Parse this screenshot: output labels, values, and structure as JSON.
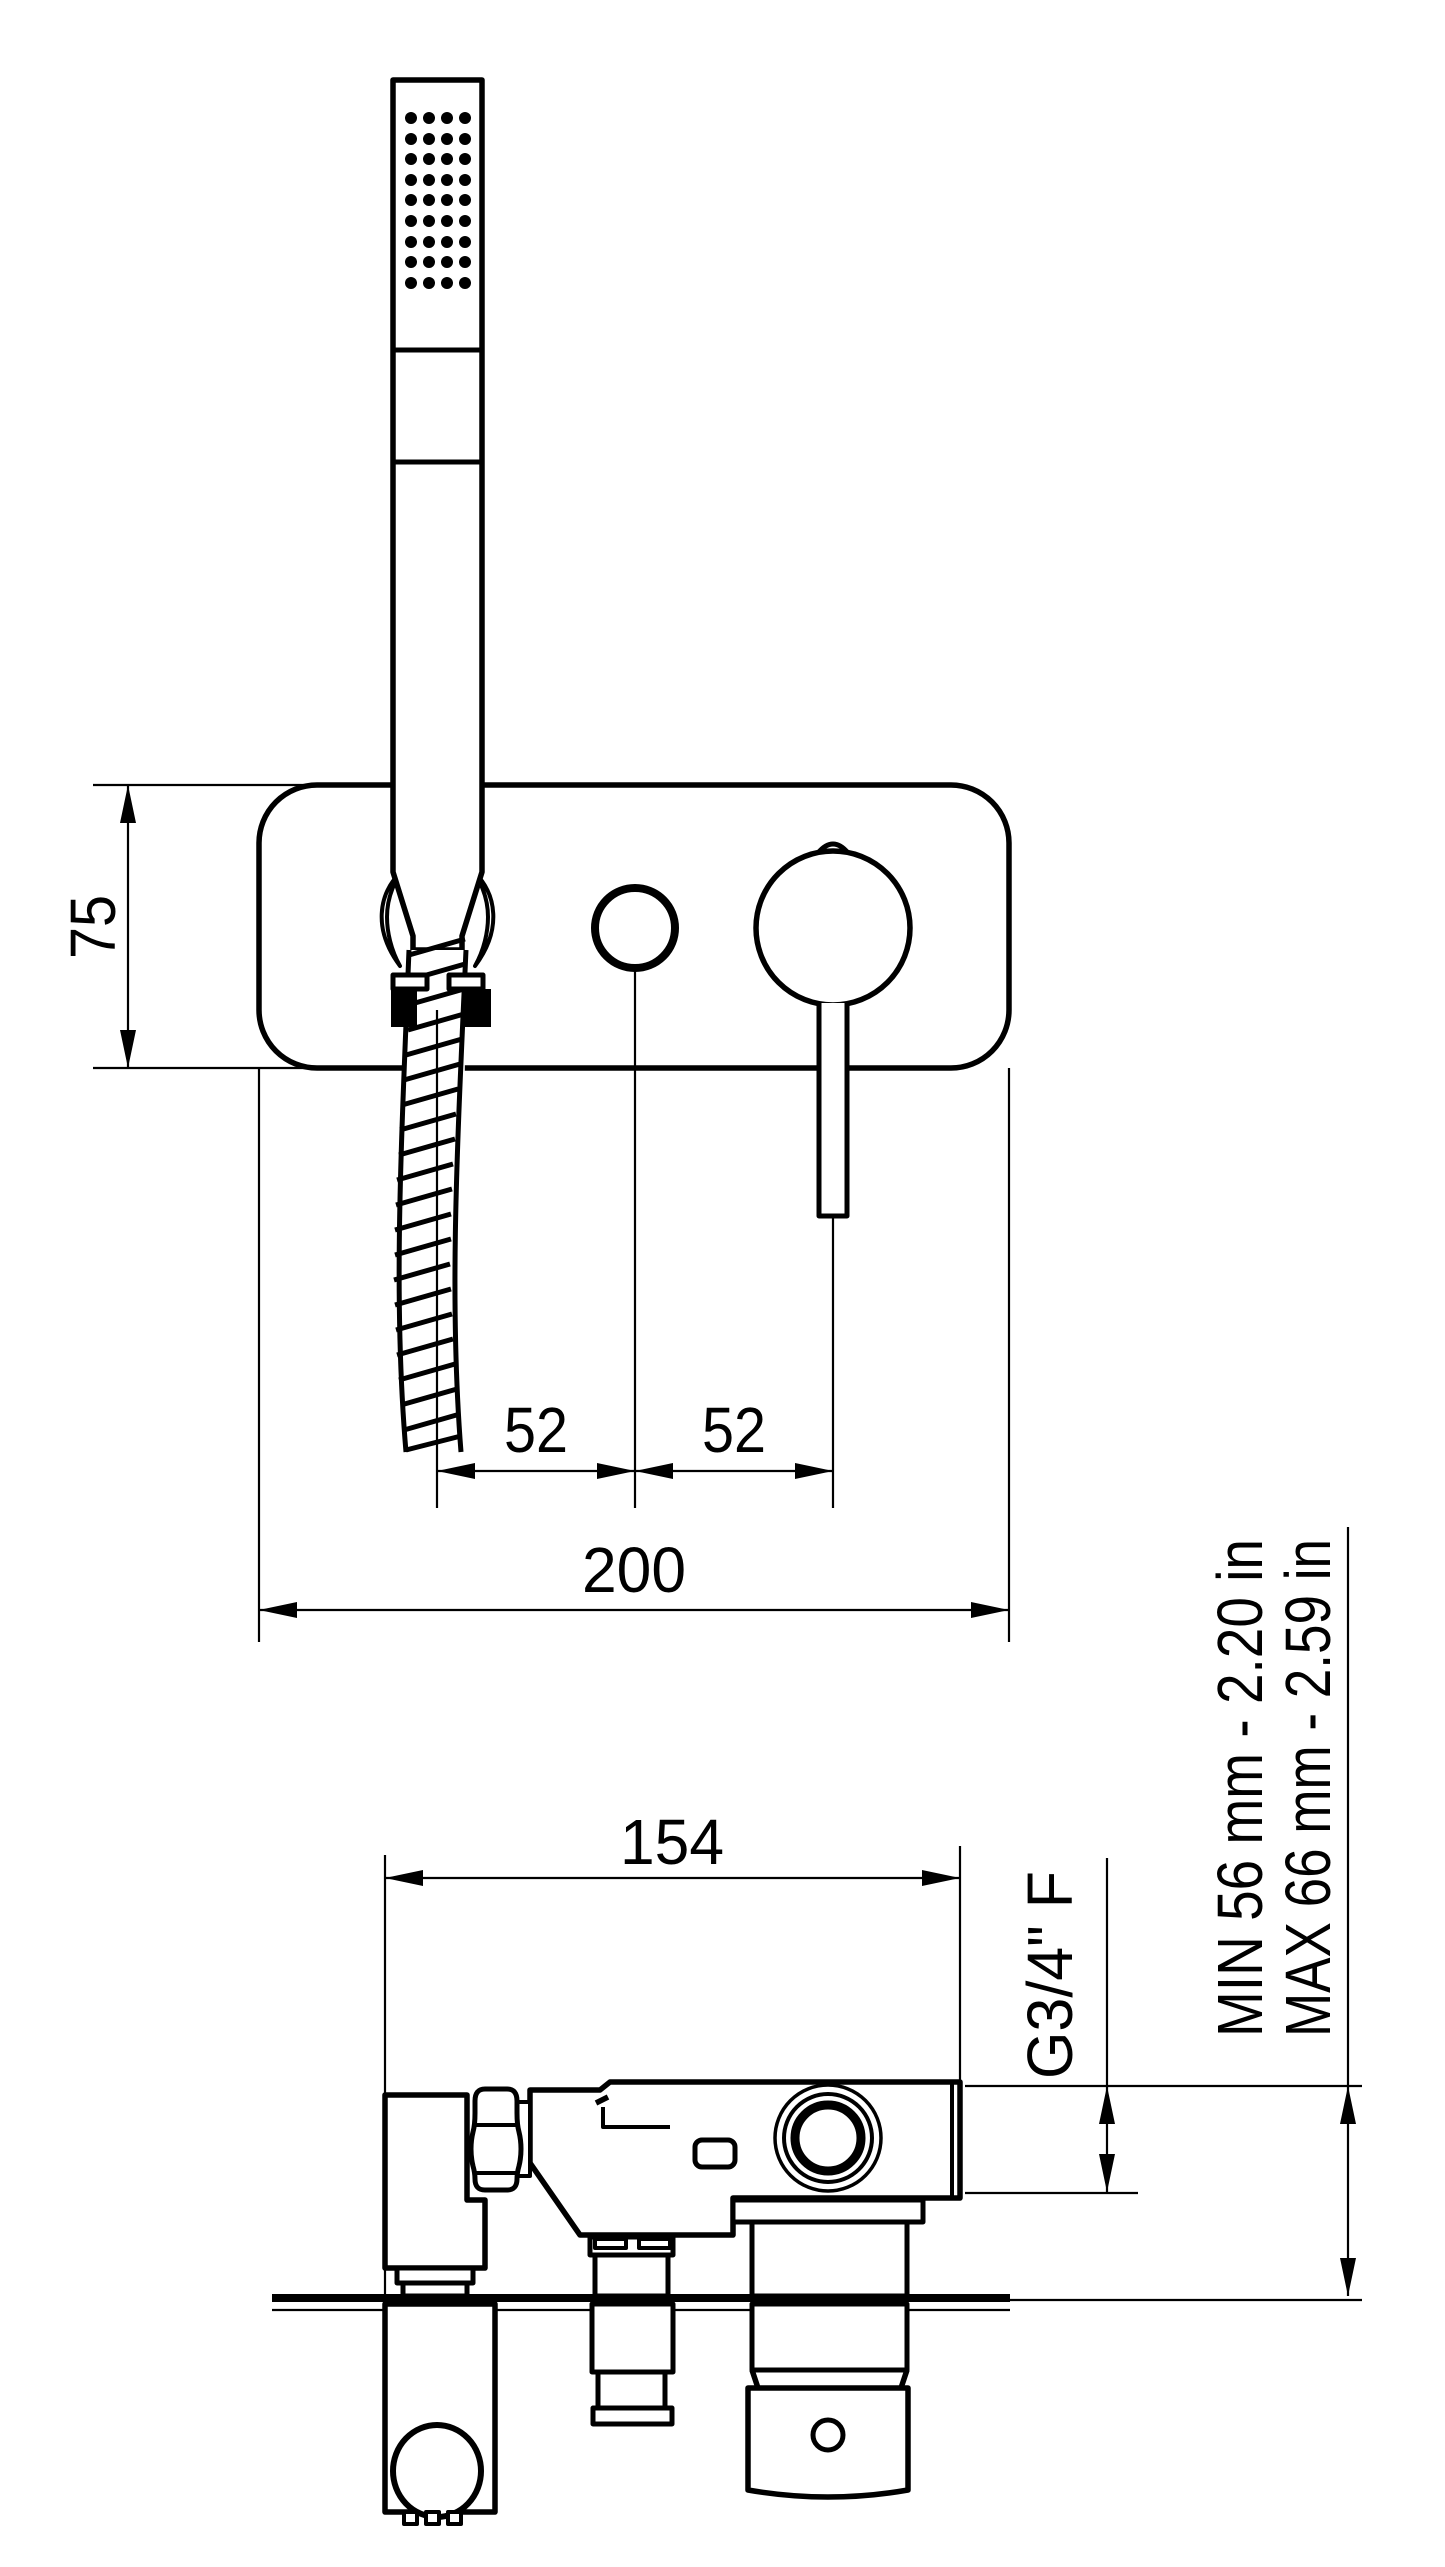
{
  "drawing": {
    "colors": {
      "background": "#ffffff",
      "ink": "#000000"
    },
    "front_view": {
      "dim_height": {
        "value": "75"
      },
      "dim_offset_left": {
        "value": "52"
      },
      "dim_offset_right": {
        "value": "52"
      },
      "dim_width": {
        "value": "200"
      }
    },
    "side_view": {
      "dim_depth": {
        "value": "154"
      },
      "port_label": {
        "value": "G3/4\" F"
      },
      "recess_min": {
        "value": "MIN 56 mm - 2.20 in"
      },
      "recess_max": {
        "value": "MAX 66 mm - 2.59 in"
      }
    }
  }
}
